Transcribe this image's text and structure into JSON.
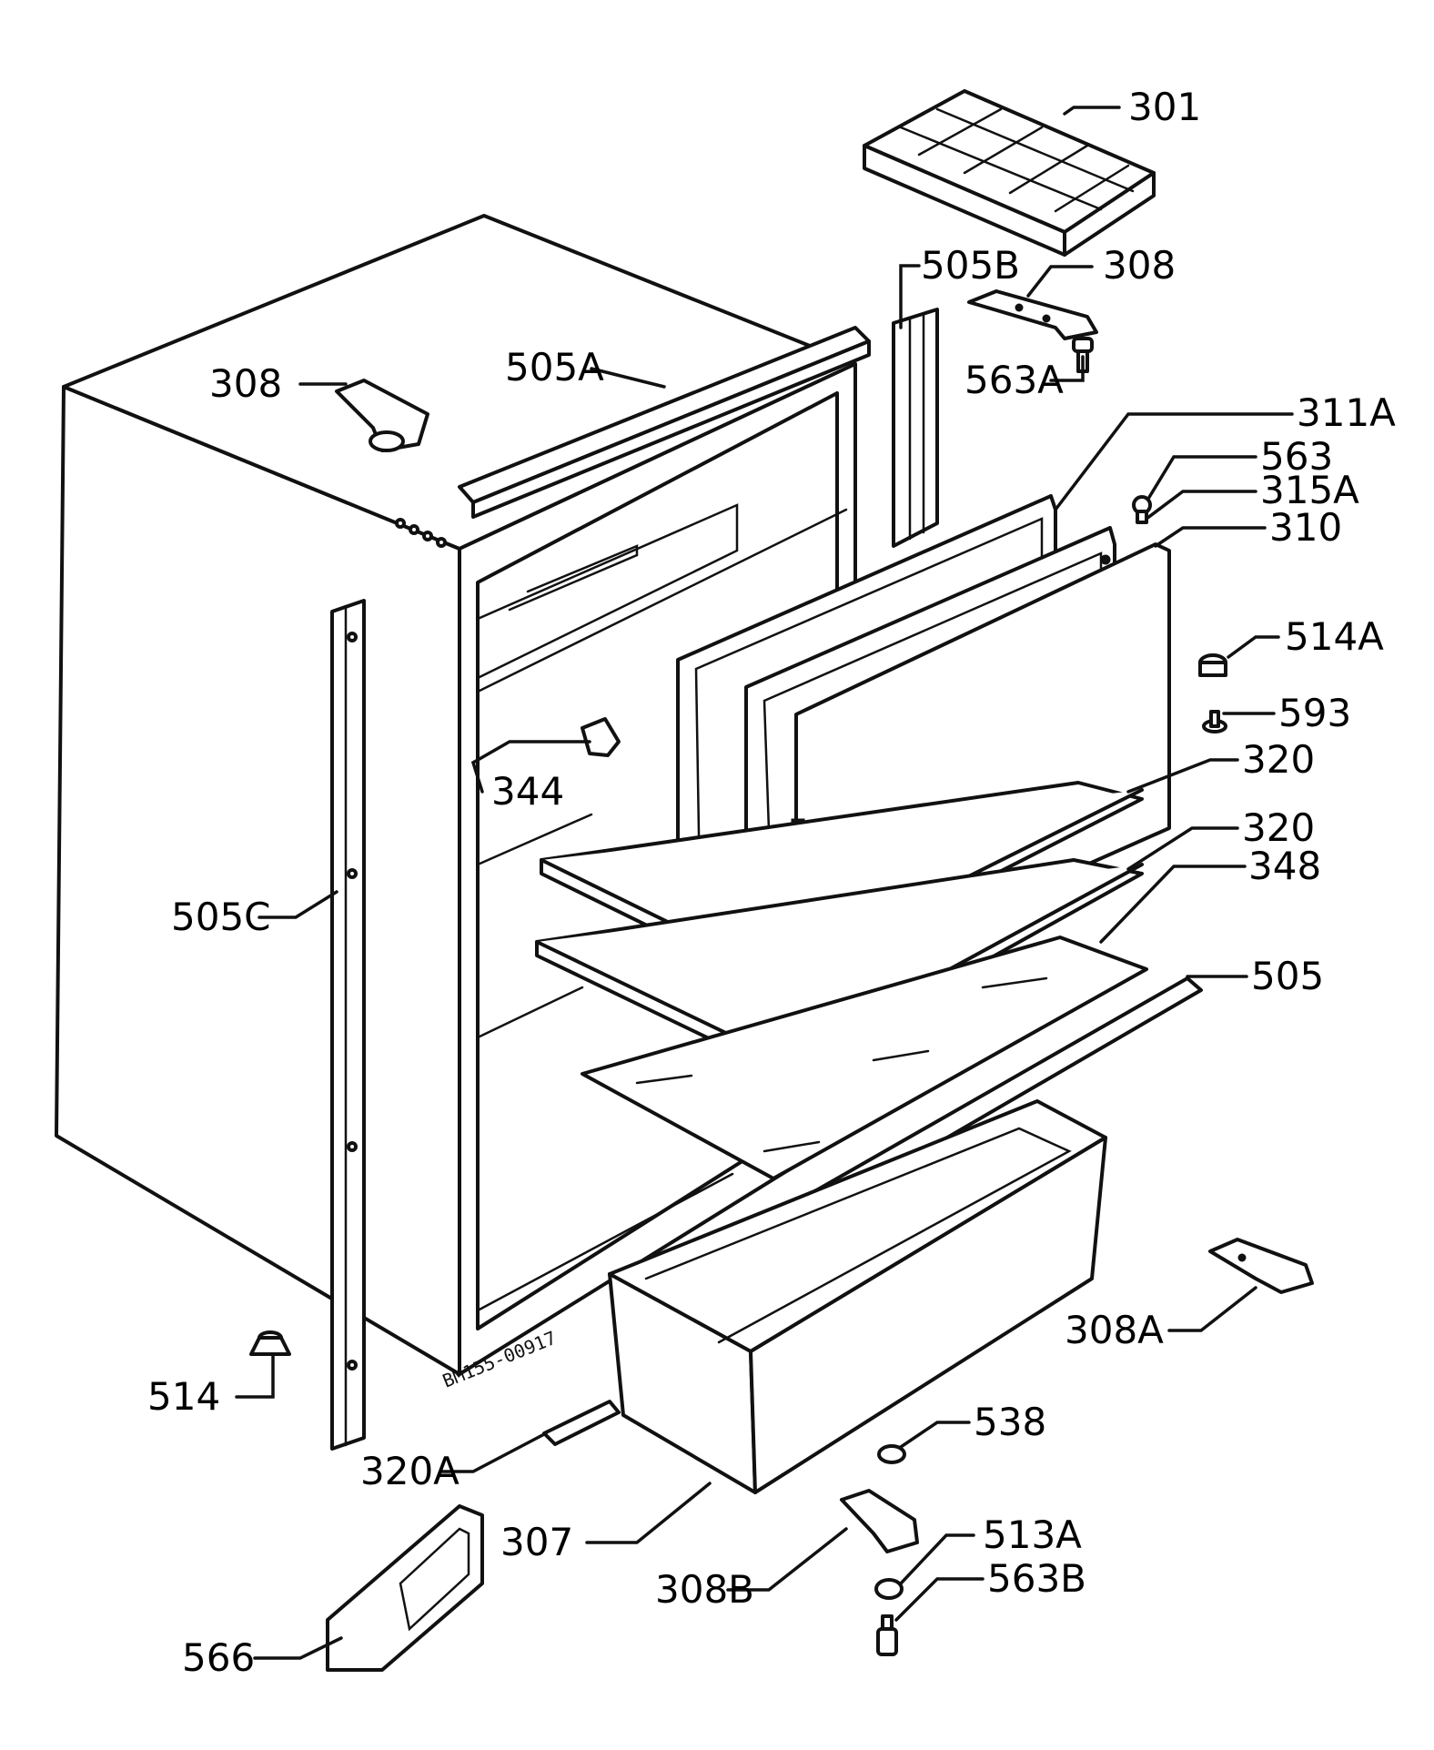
{
  "drawing_code": "BM155-00917",
  "labels": {
    "l301": "301",
    "l505b": "505B",
    "l308_top": "308",
    "l308_left": "308",
    "l505a": "505A",
    "l563a": "563A",
    "l311a": "311A",
    "l563": "563",
    "l315a": "315A",
    "l310": "310",
    "l514a": "514A",
    "l593": "593",
    "l344": "344",
    "l320_a": "320",
    "l320_b": "320",
    "l348": "348",
    "l505c": "505C",
    "l505": "505",
    "l308a": "308A",
    "l514": "514",
    "l538": "538",
    "l320a": "320A",
    "l307": "307",
    "l513a": "513A",
    "l308b": "308B",
    "l563b": "563B",
    "l566": "566"
  },
  "colors": {
    "ink": "#111111",
    "paper": "#ffffff"
  }
}
